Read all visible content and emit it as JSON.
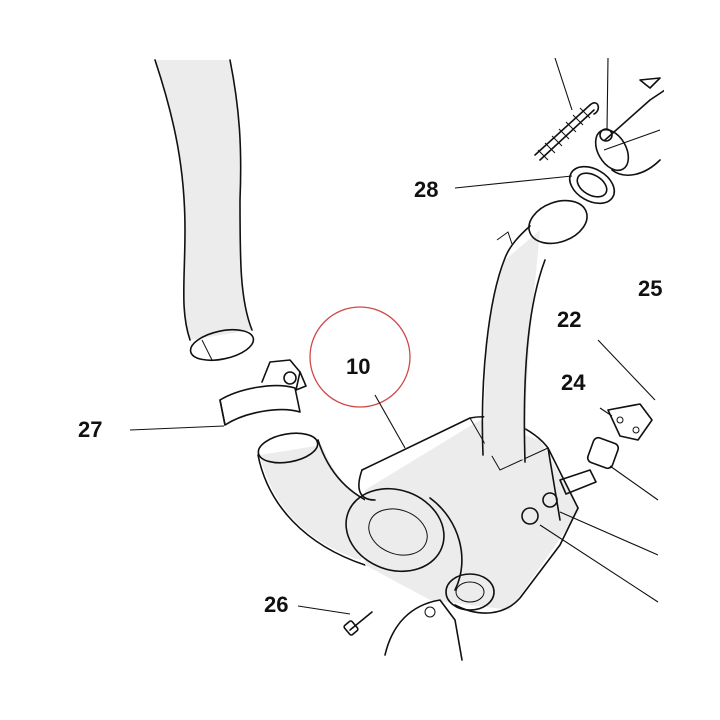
{
  "callouts": {
    "c10": "10",
    "c22": "22",
    "c24": "24",
    "c25": "25",
    "c26": "26",
    "c27": "27",
    "c28": "28"
  },
  "highlight_color": "#d04a4a"
}
